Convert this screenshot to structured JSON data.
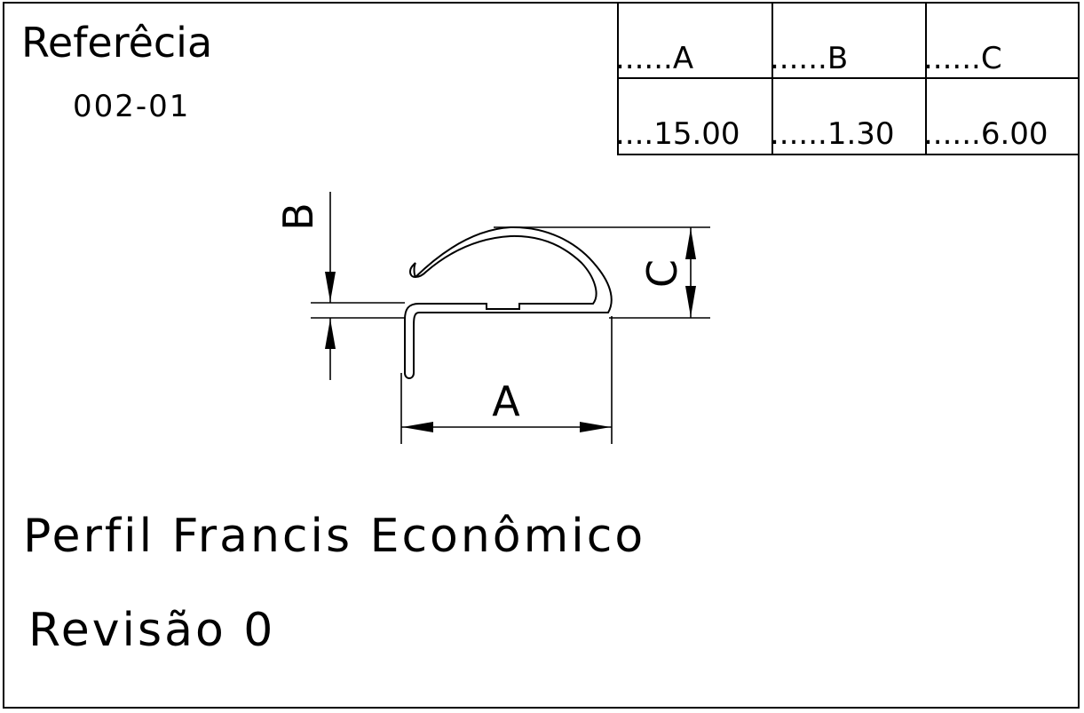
{
  "reference": {
    "label": "Referêcia",
    "code": "002-01"
  },
  "dimension_table": {
    "headers": [
      "......A",
      "......B",
      "......C"
    ],
    "values": [
      "....15.00",
      "......1.30",
      "......6.00"
    ]
  },
  "drawing": {
    "dim_labels": {
      "a": "A",
      "b": "B",
      "c": "C"
    }
  },
  "title": "Perfil Francis Econômico",
  "revision": "Revisão 0"
}
